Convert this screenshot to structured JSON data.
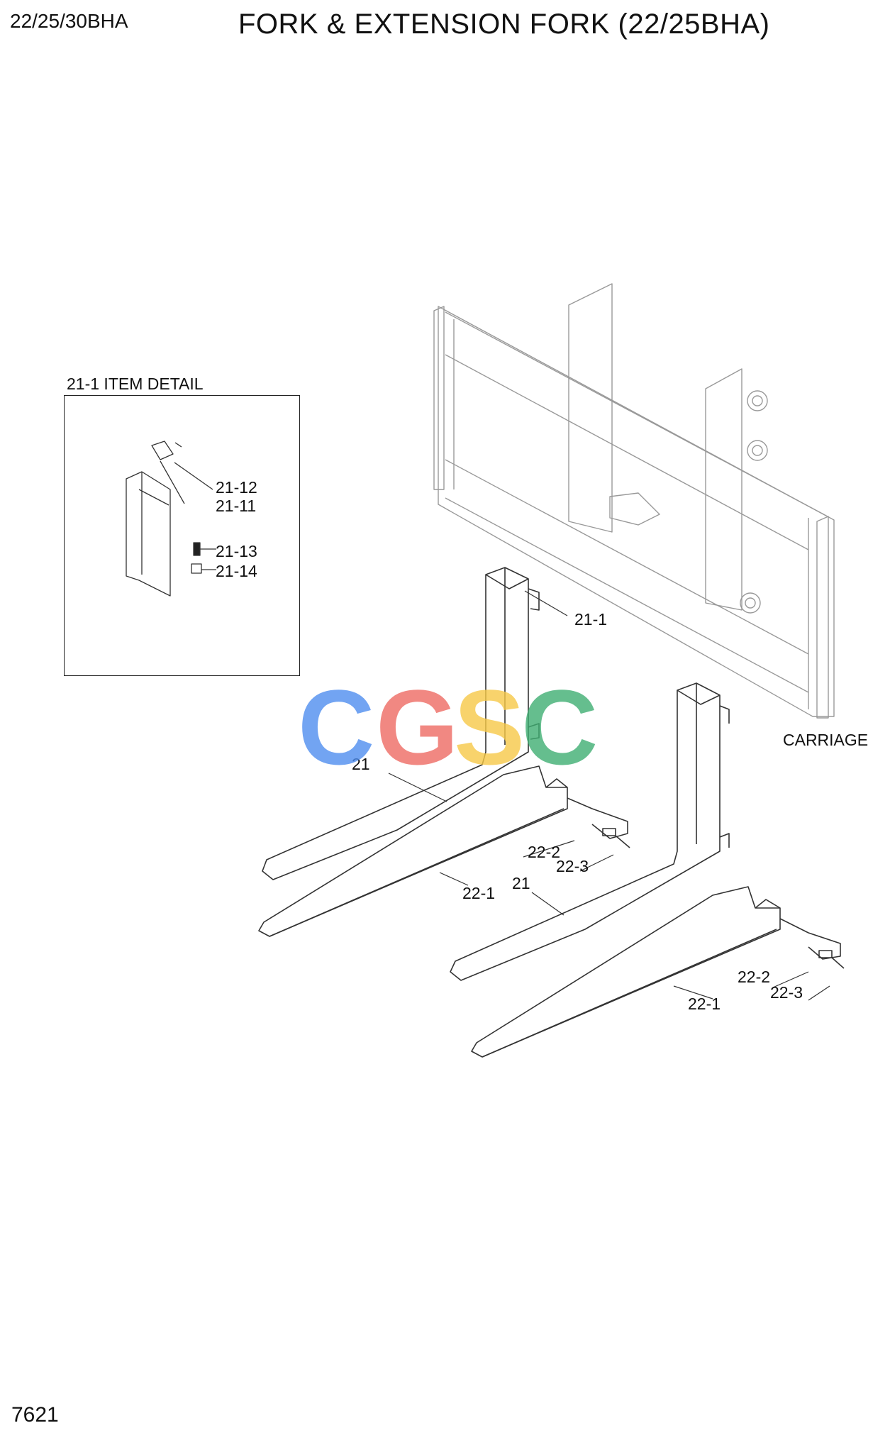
{
  "header": {
    "model": "22/25/30BHA",
    "title": "FORK & EXTENSION FORK (22/25BHA)"
  },
  "footer": {
    "page_number": "7621"
  },
  "detail": {
    "title": "21-1 ITEM DETAIL",
    "labels": [
      "21-12",
      "21-11",
      "21-13",
      "21-14"
    ]
  },
  "callouts": {
    "c21_1": "21-1",
    "c21_a": "21",
    "c21_b": "21",
    "c22_1a": "22-1",
    "c22_1b": "22-1",
    "c22_2a": "22-2",
    "c22_2b": "22-2",
    "c22_3a": "22-3",
    "c22_3b": "22-3",
    "carriage": "CARRIAGE"
  },
  "watermark": {
    "letters": [
      "C",
      "G",
      "S",
      "C"
    ],
    "colors": [
      "#4f8ef0",
      "#ee6b63",
      "#f7c948",
      "#3fae72"
    ]
  }
}
